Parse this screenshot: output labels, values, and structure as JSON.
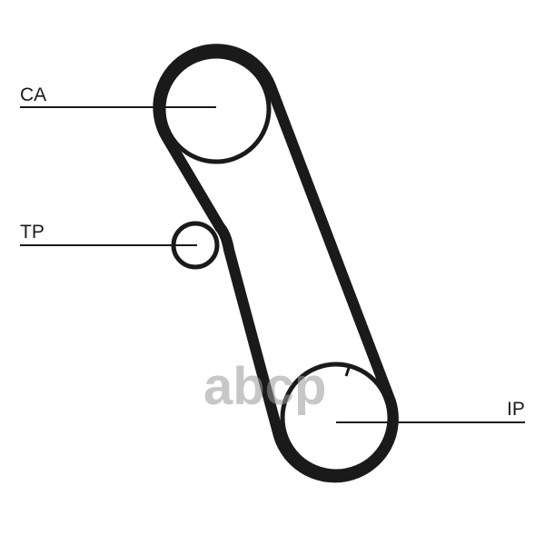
{
  "diagram": {
    "type": "timing-belt-layout",
    "labels": {
      "camshaft": "CA",
      "tensioner": "TP",
      "injection_pump": "IP"
    },
    "watermark": "abcp",
    "colors": {
      "belt": "#1a1a1a",
      "watermark": "#9a9a9a"
    }
  }
}
